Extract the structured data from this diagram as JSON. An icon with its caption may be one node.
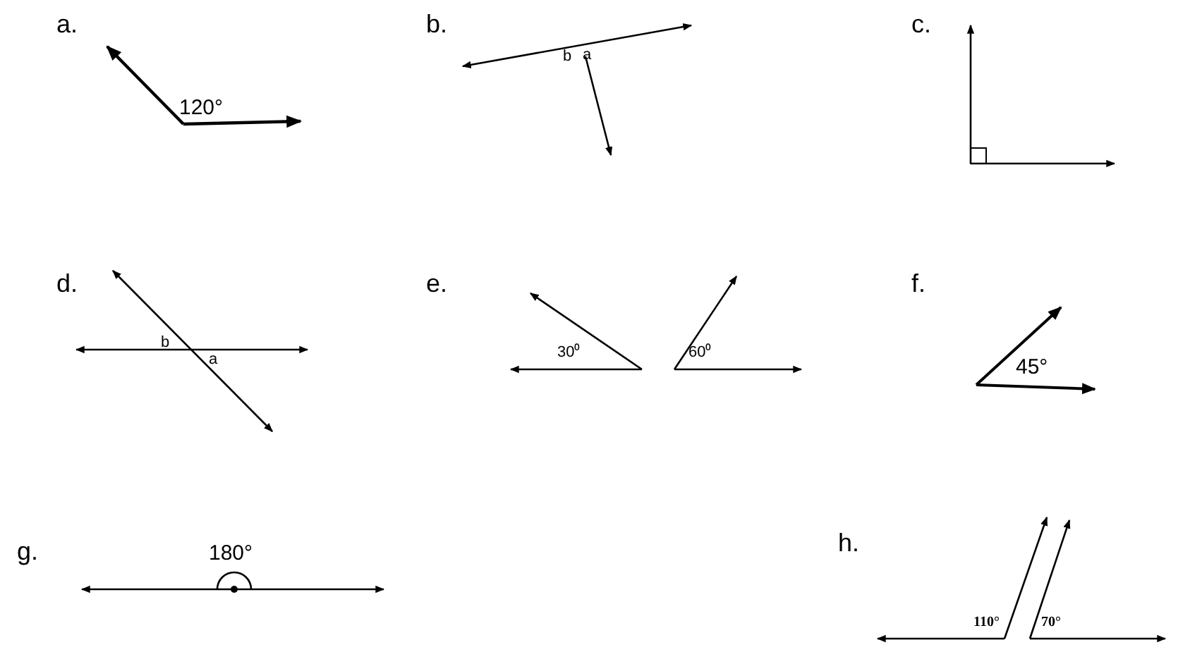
{
  "diagram": {
    "labels": [
      "a.",
      "120°",
      "b.",
      "b",
      "a",
      "c.",
      "d.",
      "b",
      "a",
      "e.",
      "30⁰",
      "60⁰",
      "f.",
      "45°",
      "g.",
      "180°",
      "h.",
      "110°",
      "70°"
    ]
  }
}
